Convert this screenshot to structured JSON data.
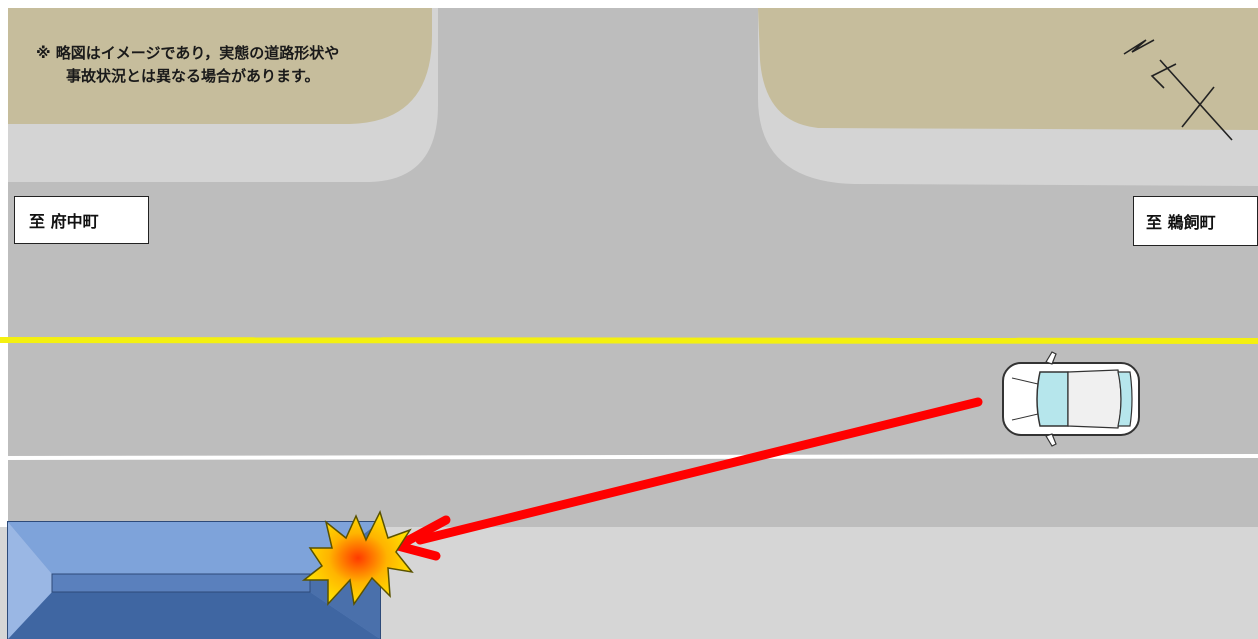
{
  "note": {
    "line1": "※ 略図はイメージであり，実態の道路形状や",
    "line2": "事故状況とは異なる場合があります。"
  },
  "directions": {
    "left": "至 府中町",
    "right": "至 鵜飼町"
  },
  "colors": {
    "road": "#bdbdbd",
    "sidewalk": "#d6d6d6",
    "land": "#c6bd9c",
    "center_line": "#f4f010",
    "lane_line": "#ffffff",
    "path_arrow": "#ff0000",
    "object_blue": "#5c82be",
    "collision": "#ffd200"
  },
  "icons": [
    "north-compass-icon",
    "car-icon",
    "collision-burst-icon",
    "travel-arrow-icon"
  ]
}
